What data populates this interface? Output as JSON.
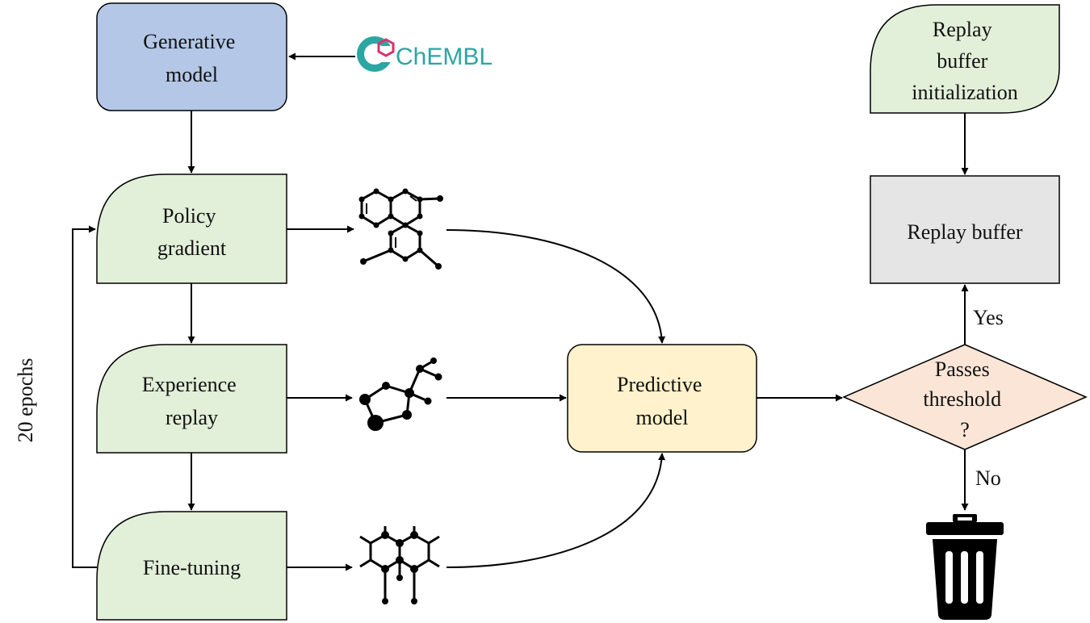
{
  "colors": {
    "generative": "#b4c7e7",
    "green": "#e2efd9",
    "predictive": "#fff2cc",
    "buffer": "#e5e5e5",
    "decision": "#fbe5d6",
    "chembl_teal": "#2ba6a3",
    "chembl_pink": "#d6336c"
  },
  "nodes": {
    "generative_model": [
      "Generative",
      "model"
    ],
    "policy_gradient": [
      "Policy",
      "gradient"
    ],
    "experience_replay": [
      "Experience",
      "replay"
    ],
    "fine_tuning": [
      "Fine-tuning"
    ],
    "predictive_model": [
      "Predictive",
      "model"
    ],
    "replay_buffer_init": [
      "Replay",
      "buffer",
      "initialization"
    ],
    "replay_buffer": [
      "Replay buffer"
    ],
    "decision": [
      "Passes",
      "threshold",
      "?"
    ]
  },
  "edge_labels": {
    "yes": "Yes",
    "no": "No"
  },
  "side_label": "20 epochs",
  "logo": {
    "name": "ChEMBL"
  },
  "icons": [
    "molecule-hexagonal-icon",
    "molecule-ball-stick-icon",
    "molecule-naphthalene-icon",
    "trash-bin-icon"
  ]
}
